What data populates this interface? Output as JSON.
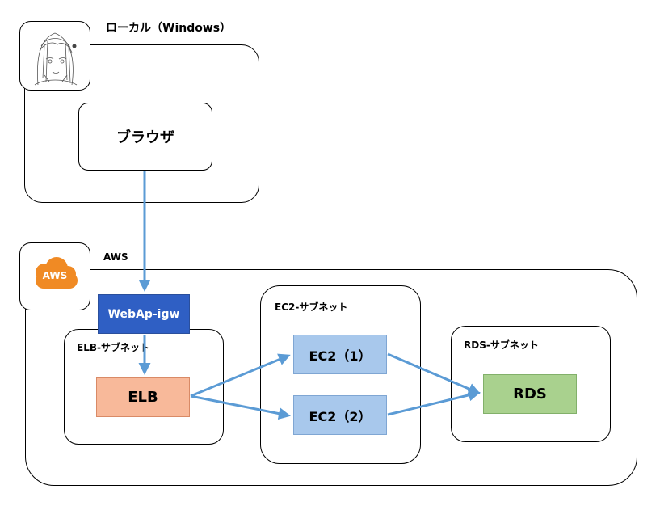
{
  "local": {
    "title": "ローカル（Windows）",
    "browser": "ブラウザ",
    "avatar_icon": "anime-girl-sketch-icon"
  },
  "aws": {
    "title": "AWS",
    "logo_text": "AWS",
    "logo_icon": "aws-cloud-icon",
    "gateway": "WebAp-igw",
    "elb_subnet": {
      "title": "ELB-サブネット",
      "node": "ELB"
    },
    "ec2_subnet": {
      "title": "EC2-サブネット",
      "nodes": [
        "EC2（1）",
        "EC2（2）"
      ]
    },
    "rds_subnet": {
      "title": "RDS-サブネット",
      "node": "RDS"
    }
  },
  "colors": {
    "arrow": "#5b9bd5",
    "gateway_fill": "#2f5fc4",
    "elb_fill": "#f8b99a",
    "ec2_fill": "#a8c8ec",
    "rds_fill": "#a9d18e",
    "aws_orange": "#f08a24"
  }
}
